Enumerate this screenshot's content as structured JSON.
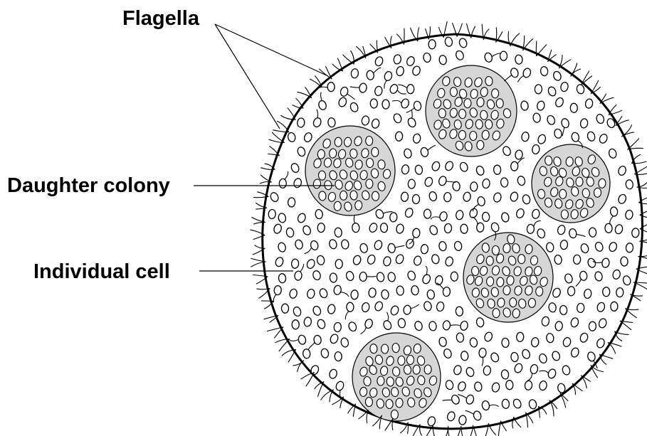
{
  "labels": {
    "flagella": "Flagella",
    "daughter_colony": "Daughter colony",
    "individual_cell": "Individual cell"
  },
  "colors": {
    "outline": "#000000",
    "colony_fill": "#e6e6e6",
    "daughter_fill": "#d6d6d6",
    "cell_fill": "#ffffff",
    "background": "#ffffff"
  }
}
